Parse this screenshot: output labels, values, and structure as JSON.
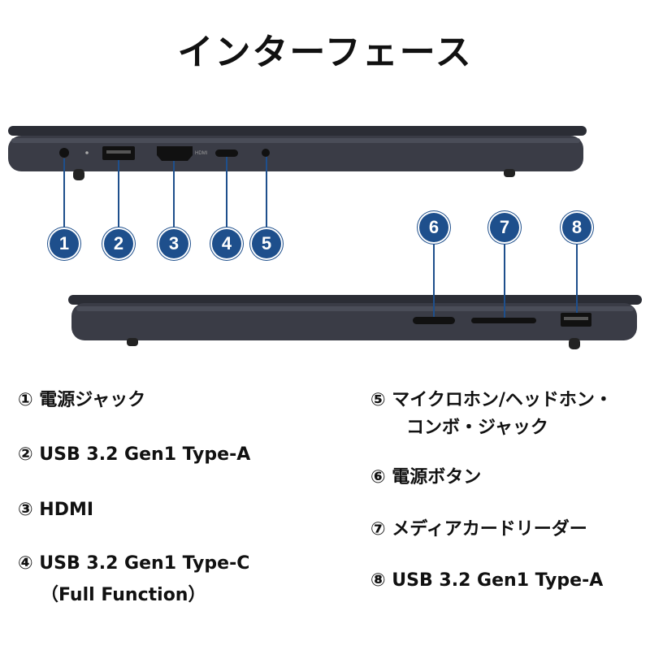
{
  "title": "インターフェース",
  "callouts": [
    "1",
    "2",
    "3",
    "4",
    "5",
    "6",
    "7",
    "8"
  ],
  "port_labels": {
    "hdmi_small": "HDMI"
  },
  "legend": {
    "left": [
      "① 電源ジャック",
      "② USB 3.2 Gen1 Type-A",
      "③ HDMI",
      "④ USB 3.2 Gen1 Type-C",
      "（Full Function）"
    ],
    "right": [
      "⑤ マイクロホン/ヘッドホン・",
      "コンボ・ジャック",
      "⑥ 電源ボタン",
      "⑦ メディアカードリーダー",
      "⑧ USB 3.2 Gen1 Type-A"
    ]
  },
  "colors": {
    "callout": "#1e4f8c",
    "laptop_body": "#34363f",
    "line": "#1e4f8c"
  }
}
